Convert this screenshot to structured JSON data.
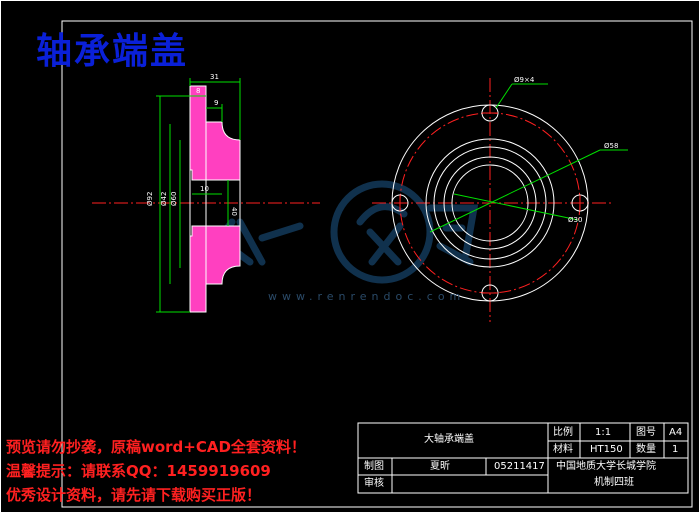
{
  "drawing": {
    "title": "轴承端盖",
    "colors": {
      "background": "#000000",
      "outline": "#ffffff",
      "centerline": "#ff2020",
      "dimension": "#00e000",
      "hatch": "#ff40c0",
      "title": "#0a20d8",
      "promo": "#ff2020"
    }
  },
  "side_view": {
    "dimensions": [
      "31",
      "8",
      "9",
      "10",
      "40",
      "Ø92",
      "Ø42",
      "Ø60"
    ]
  },
  "front_view": {
    "dimensions": [
      "Ø9×4",
      "Ø58",
      "Ø30"
    ]
  },
  "watermark": {
    "text": "www.renrendoc.com",
    "icon": "logo-icon"
  },
  "title_block": {
    "part_name": "大轴承端盖",
    "scale_label": "比例",
    "scale_value": "1:1",
    "drawing_no_label": "图号",
    "drawing_no_value": "A4",
    "material_label": "材料",
    "material_value": "HT150",
    "quantity_label": "数量",
    "quantity_value": "1",
    "drawn_label": "制图",
    "drawn_name": "夏昕",
    "drawn_id": "05211417",
    "checked_label": "审核",
    "school": "中国地质大学长城学院",
    "department": "机制四班"
  },
  "promo": {
    "line1": "预览请勿抄袭，原稿word+CAD全套资料！",
    "line2": "温馨提示：请联系QQ：1459919609",
    "line3": "优秀设计资料，请先请下载购买正版！"
  }
}
